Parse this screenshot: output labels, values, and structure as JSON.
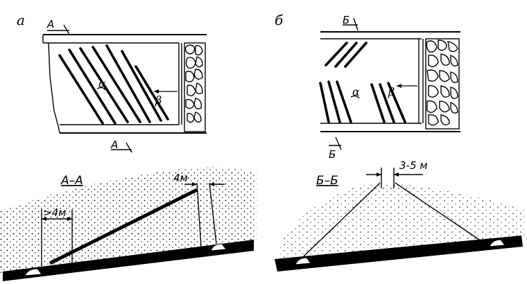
{
  "panels": {
    "a": {
      "letter": "а",
      "cut_marker_top": "А",
      "cut_marker_bottom": "А",
      "angle_alpha": "α",
      "angle_beta": "β"
    },
    "b": {
      "letter": "б",
      "cut_marker_top": "Б",
      "cut_marker_bottom": "Б",
      "angle_alpha": "α",
      "angle_beta": "β"
    }
  },
  "sections": {
    "a": {
      "title": "А–А",
      "left_dim": ">4м",
      "right_dim": "4м"
    },
    "b": {
      "title": "Б–Б",
      "top_dim": "3-5 м"
    }
  }
}
